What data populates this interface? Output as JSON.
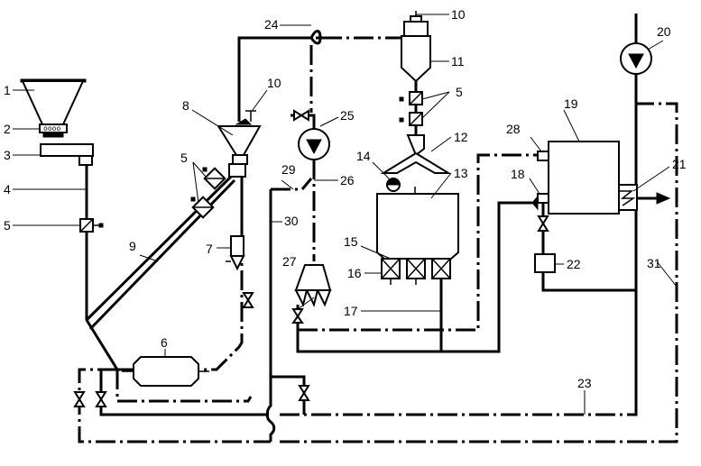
{
  "labels": {
    "l1": "1",
    "l2": "2",
    "l3": "3",
    "l4": "4",
    "l5a": "5",
    "l5b": "5",
    "l5c": "5",
    "l6": "6",
    "l7": "7",
    "l8": "8",
    "l9": "9",
    "l10a": "10",
    "l10b": "10",
    "l11": "11",
    "l12": "12",
    "l13": "13",
    "l14": "14",
    "l15": "15",
    "l16": "16",
    "l17": "17",
    "l18": "18",
    "l19": "19",
    "l20": "20",
    "l21": "21",
    "l22": "22",
    "l23": "23",
    "l24": "24",
    "l25": "25",
    "l26": "26",
    "l27": "27",
    "l28": "28",
    "l29": "29",
    "l30": "30",
    "l31": "31"
  },
  "colors": {
    "line": "#000000",
    "background": "#ffffff"
  }
}
